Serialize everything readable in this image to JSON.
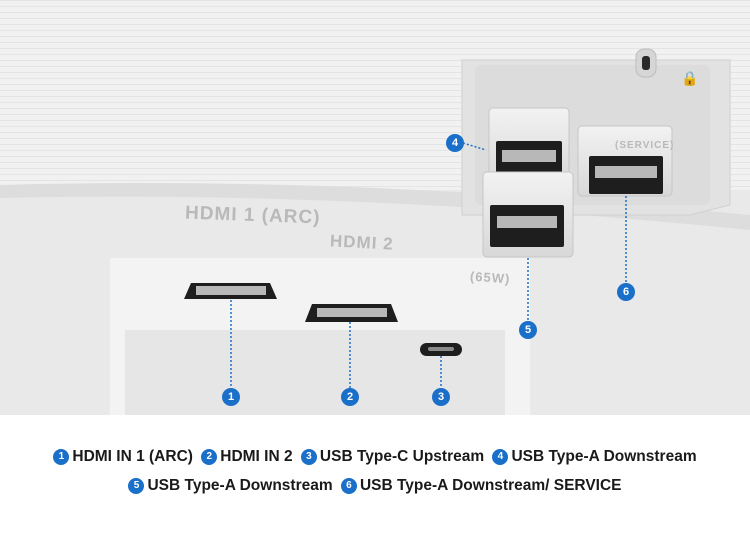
{
  "panel_lettering": {
    "hdmi1": "HDMI 1 (ARC)",
    "hdmi2": "HDMI 2",
    "usbc": "(65W)",
    "service": "(SERVICE)"
  },
  "callouts": [
    "1",
    "2",
    "3",
    "4",
    "5",
    "6"
  ],
  "legend": {
    "row1": [
      {
        "num": "1",
        "label": "HDMI IN 1 (ARC)"
      },
      {
        "num": "2",
        "label": "HDMI IN 2"
      },
      {
        "num": "3",
        "label": "USB Type-C Upstream"
      },
      {
        "num": "4",
        "label": "USB Type-A Downstream"
      }
    ],
    "row2": [
      {
        "num": "5",
        "label": "USB Type-A Downstream"
      },
      {
        "num": "6",
        "label": "USB Type-A Downstream/ SERVICE"
      }
    ]
  },
  "colors": {
    "callout": "#1a6fc9",
    "panel": "#efefef",
    "text": "#1a1a1a"
  }
}
